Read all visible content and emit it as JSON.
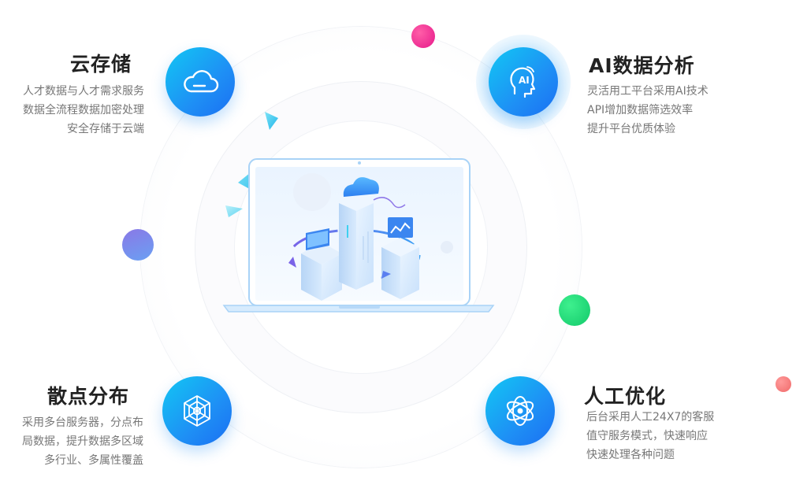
{
  "features": {
    "cloud_storage": {
      "title": "云存储",
      "lines": [
        "人才数据与人才需求服务",
        "数据全流程数据加密处理",
        "安全存储于云端"
      ],
      "icon": "cloud-icon"
    },
    "ai_analysis": {
      "title": "AI数据分析",
      "lines": [
        "灵活用工平台采用AI技术",
        "API增加数据筛选效率",
        "提升平台优质体验"
      ],
      "icon": "ai-head-icon",
      "icon_text": "AI"
    },
    "distributed": {
      "title": "散点分布",
      "lines": [
        "采用多台服务器，分点布",
        "局数据，提升数据多区域",
        "多行业、多属性覆盖"
      ],
      "icon": "web-network-icon"
    },
    "manual_optimization": {
      "title": "人工优化",
      "lines": [
        "后台采用人工24X7的客服",
        "值守服务模式，快速响应",
        "快速处理各种问题"
      ],
      "icon": "atom-icon"
    }
  },
  "colors": {
    "icon_gradient_start": "#12c7f3",
    "icon_gradient_end": "#1b6ff2",
    "title_text": "#222222",
    "desc_text": "#777777",
    "dot_pink": "#e6198a",
    "dot_purple": "#7f8ae9",
    "dot_green": "#12c96a",
    "dot_salmon": "#f06a6a",
    "triangle_cyan": "#3fd0f0"
  },
  "illustration": {
    "name": "laptop-cloud-servers-illustration"
  }
}
